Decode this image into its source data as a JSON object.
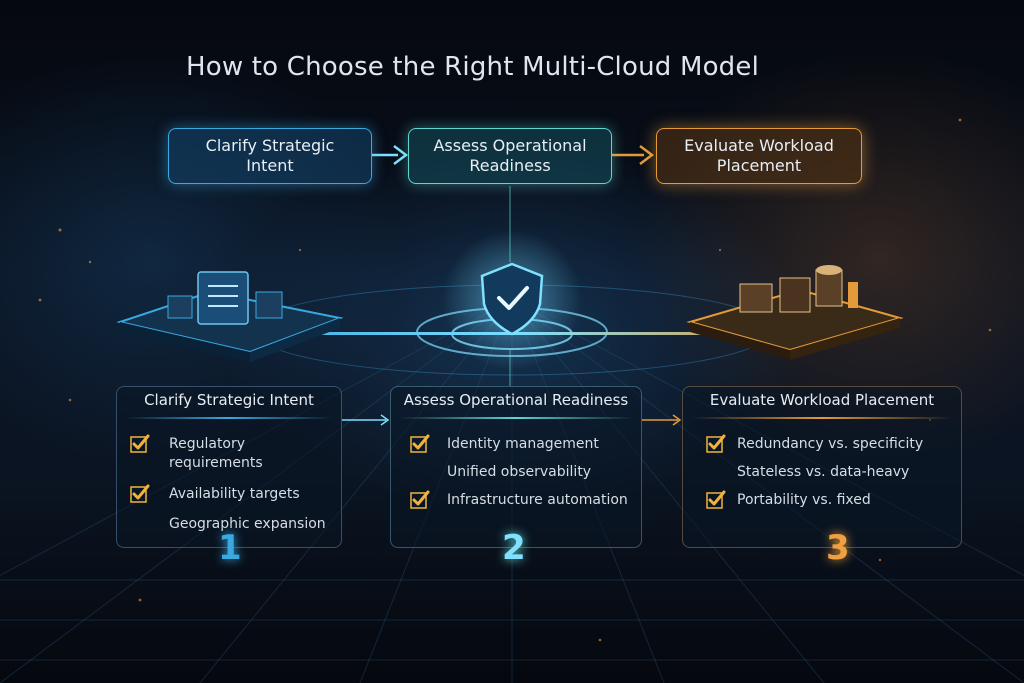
{
  "title": "How to Choose the Right Multi-Cloud Model",
  "steps": [
    {
      "line1": "Clarify Strategic",
      "line2": "Intent"
    },
    {
      "line1": "Assess Operational",
      "line2": "Readiness"
    },
    {
      "line1": "Evaluate Workload",
      "line2": "Placement"
    }
  ],
  "cards": [
    {
      "title": "Clarify Strategic Intent",
      "number": "1",
      "items": [
        {
          "line1": "Regulatory",
          "line2": "requirements",
          "checked": true
        },
        {
          "line1": "Availability targets",
          "checked": true
        },
        {
          "line1": "Geographic expansion",
          "checked": false
        }
      ]
    },
    {
      "title": "Assess Operational Readiness",
      "number": "2",
      "items": [
        {
          "line1": "Identity management",
          "checked": true
        },
        {
          "line1": "Unified observability",
          "checked": false
        },
        {
          "line1": "Infrastructure automation",
          "checked": true
        }
      ]
    },
    {
      "title": "Evaluate Workload Placement",
      "number": "3",
      "items": [
        {
          "line1": "Redundancy vs. specificity",
          "checked": true
        },
        {
          "line1": "Stateless vs. data-heavy",
          "checked": false
        },
        {
          "line1": "Portability vs. fixed",
          "checked": true
        }
      ]
    }
  ],
  "colors": {
    "blue": "#3aa9e0",
    "teal": "#5fd6d0",
    "orange": "#e59a3a",
    "check": "#f0b43c"
  }
}
